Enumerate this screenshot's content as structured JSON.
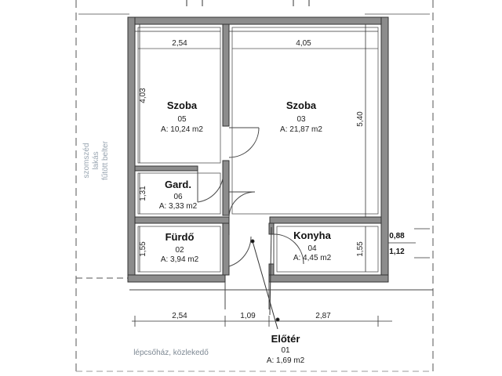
{
  "rooms": {
    "szoba_05": {
      "name": "Szoba",
      "number": "05",
      "area": "A: 10,24 m2"
    },
    "szoba_03": {
      "name": "Szoba",
      "number": "03",
      "area": "A: 21,87 m2"
    },
    "gard_06": {
      "name": "Gard.",
      "number": "06",
      "area": "A: 3,33 m2"
    },
    "furdo_02": {
      "name": "Fürdő",
      "number": "02",
      "area": "A: 3,94 m2"
    },
    "konyha_04": {
      "name": "Konyha",
      "number": "04",
      "area": "A: 4,45 m2"
    },
    "eloter_01": {
      "name": "Előtér",
      "number": "01",
      "area": "A: 1,69 m2"
    }
  },
  "dimensions": {
    "top_left_width": "2,54",
    "top_right_width": "4,05",
    "left_height_upper": "4,03",
    "left_height_gard": "1,31",
    "left_height_furdo": "1,55",
    "right_height_main": "5,40",
    "right_height_konyha": "1,55",
    "bottom_left": "2,54",
    "bottom_middle": "1,09",
    "bottom_right": "2,87",
    "side_upper": "0,88",
    "side_lower": "1,12"
  },
  "labels": {
    "neighbour_line1": "szomszéd",
    "neighbour_line2": "lakás",
    "neighbour_line3": "fűtött belter",
    "stairwell": "lépcsőház, közlekedő"
  }
}
